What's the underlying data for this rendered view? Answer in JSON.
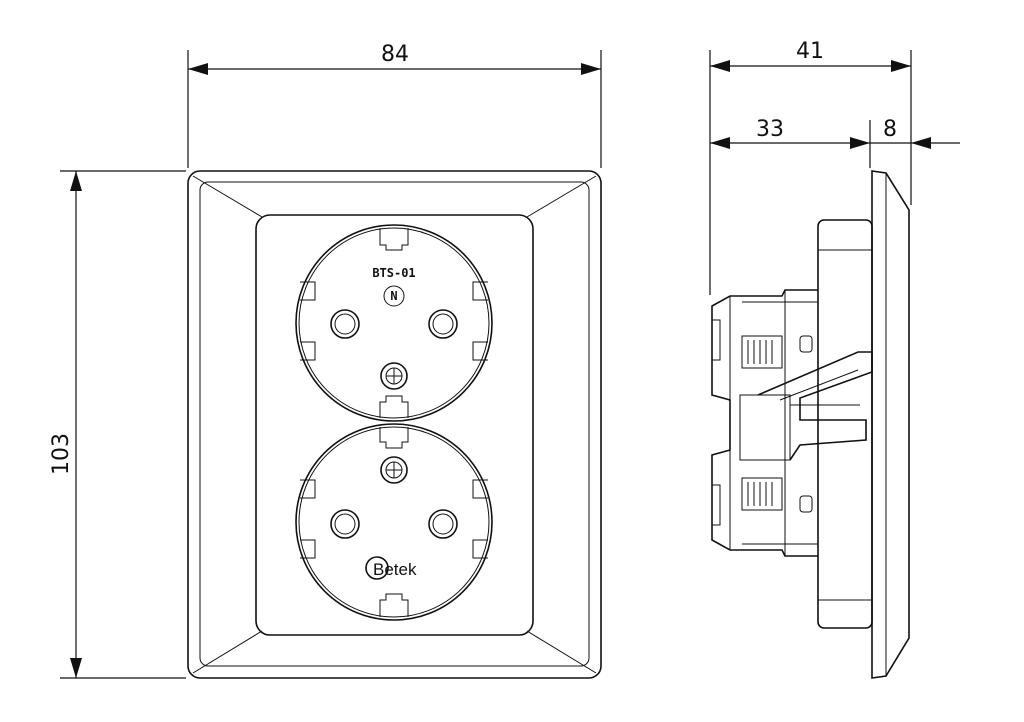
{
  "dimensions": {
    "front_width": "84",
    "front_height": "103",
    "side_total_depth": "41",
    "side_body_depth": "33",
    "side_frame_depth": "8"
  },
  "socket": {
    "model_label": "BTS-01",
    "neutral_marker": "N",
    "brand": "Betek"
  }
}
